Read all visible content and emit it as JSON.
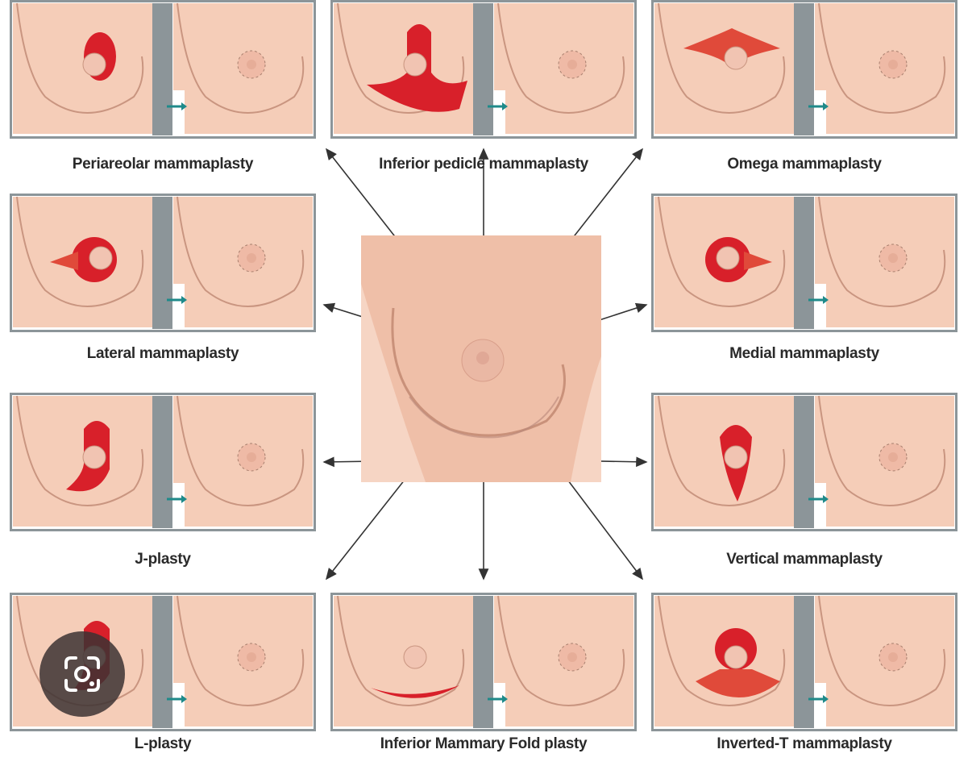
{
  "techniques": [
    {
      "label": "Periareolar mammaplasty"
    },
    {
      "label": "Inferior pedicle mammaplasty"
    },
    {
      "label": "Omega mammaplasty"
    },
    {
      "label": "Lateral mammaplasty"
    },
    {
      "label": "Medial mammaplasty"
    },
    {
      "label": "J-plasty"
    },
    {
      "label": "Vertical mammaplasty"
    },
    {
      "label": "L-plasty"
    },
    {
      "label": "Inferior Mammary Fold plasty"
    },
    {
      "label": "Inverted-T mammaplasty"
    }
  ],
  "colors": {
    "skin": "#f5cdb8",
    "incision": "#d8202a",
    "frame": "#8c9599",
    "arrow": "#1f8a8a"
  },
  "overlay": {
    "icon": "lens-camera-icon"
  }
}
